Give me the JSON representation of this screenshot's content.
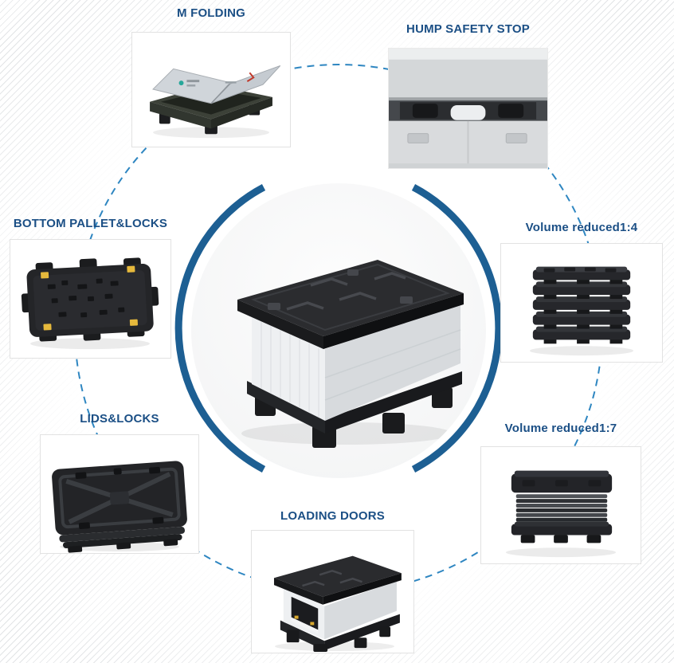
{
  "features": {
    "m_folding": {
      "label": "M FOLDING"
    },
    "hump_safety_stop": {
      "label": "HUMP SAFETY STOP"
    },
    "bottom_pallet_locks": {
      "label": "BOTTOM PALLET&LOCKS"
    },
    "volume_reduced_1_4": {
      "label": "Volume reduced1:4"
    },
    "lids_locks": {
      "label": "LIDS&LOCKS"
    },
    "loading_doors": {
      "label": "LOADING DOORS"
    },
    "volume_reduced_1_7": {
      "label": "Volume reduced1:7"
    }
  },
  "colors": {
    "label_blue": "#1b4f85",
    "arc_blue": "#1d5f93",
    "dash_blue": "#2e86c1",
    "lock_yellow": "#e6b93c"
  }
}
